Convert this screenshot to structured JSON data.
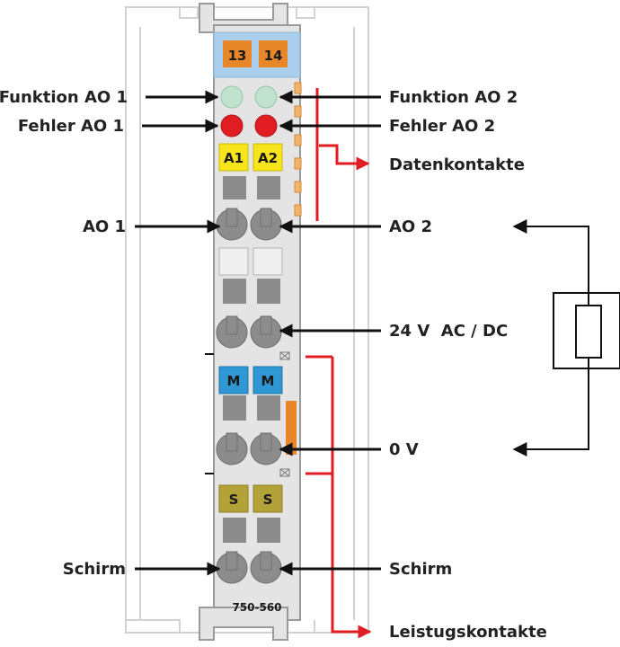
{
  "module": {
    "part_number": "750-560",
    "top_labels": [
      "13",
      "14"
    ],
    "channel_labels": [
      "A1",
      "A2"
    ],
    "minus_labels": [
      "M",
      "M"
    ],
    "shield_labels": [
      "S",
      "S"
    ]
  },
  "labels": {
    "funktion_ao1": "Funktion AO 1",
    "fehler_ao1": "Fehler AO 1",
    "ao1": "AO 1",
    "schirm_left": "Schirm",
    "funktion_ao2": "Funktion AO 2",
    "fehler_ao2": "Fehler AO 2",
    "datenkontakte": "Datenkontakte",
    "ao2": "AO 2",
    "supply": "24 V  AC / DC",
    "zero_v": "0 V",
    "schirm_right": "Schirm",
    "leistungskontakte": "Leistugskontakte"
  },
  "colors": {
    "housing": "#e4e4e4",
    "housing_stroke": "#9a9a9a",
    "top_panel": "#a9cfec",
    "orange_tab": "#e8872a",
    "led_green": "#bfe3cf",
    "led_red": "#e11d24",
    "yellow_label": "#f5e51a",
    "blue_label": "#2e97d4",
    "olive_label": "#b3a238",
    "contact_orange": "#f2b36b",
    "red_line": "#e11d24",
    "arrow": "#111111"
  }
}
